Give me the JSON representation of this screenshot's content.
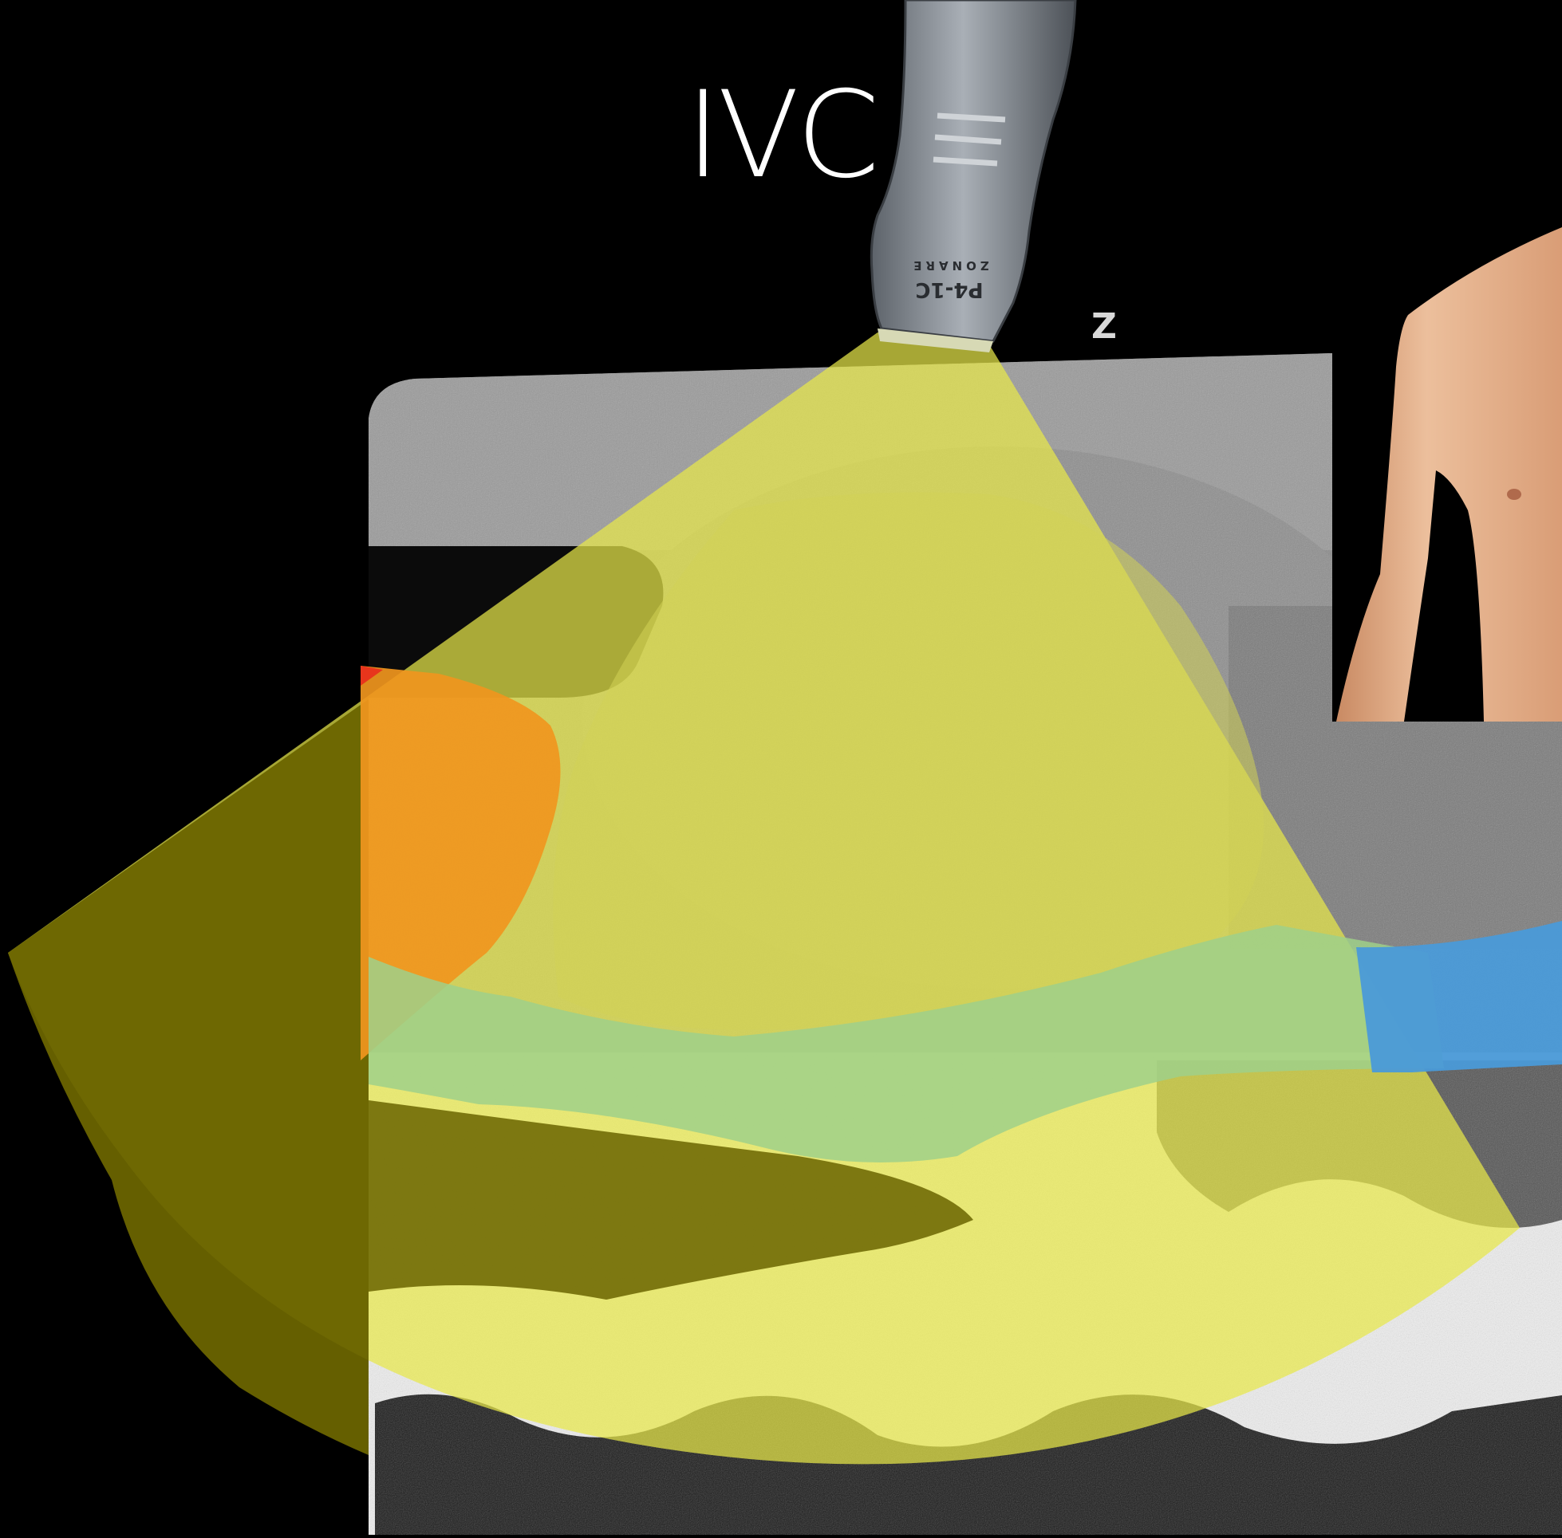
{
  "title": "IVC",
  "probe": {
    "model_label": "P4-1C",
    "brand_label": "ZONARE"
  },
  "orientation_marker": "Z",
  "colors": {
    "background": "#000000",
    "ultrasound_sector": "#e8e84a",
    "sector_dark": "#6a6400",
    "liver_region": "#d2d255",
    "ivc_band": "#9fd08a",
    "aorta_band": "#4a9ad8",
    "heart_region": "#f0961e",
    "skin": "#e9b894",
    "title_text": "#ffffff"
  }
}
